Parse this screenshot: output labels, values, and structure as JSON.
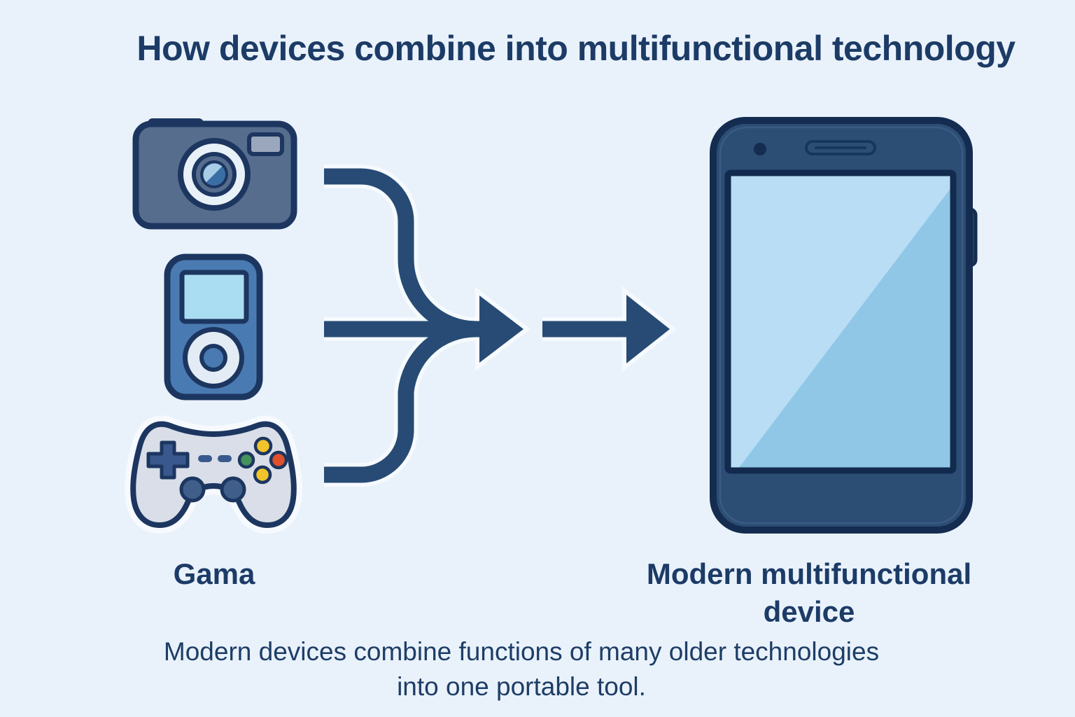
{
  "title": "How devices combine into multifunctional technology",
  "left_group": {
    "label": "Gama",
    "devices": [
      {
        "name": "camera",
        "icon": "camera-icon"
      },
      {
        "name": "mp3-player",
        "icon": "mp3-player-icon"
      },
      {
        "name": "game-controller",
        "icon": "game-controller-icon"
      }
    ]
  },
  "right_group": {
    "label": "Modern multifunctional device",
    "label_lines": [
      "Modern multifunctional",
      "device"
    ],
    "device": {
      "name": "smartphone",
      "icon": "smartphone-icon"
    }
  },
  "caption": "Modern devices combine functions of many older technologies into one portable tool.",
  "caption_lines": [
    "Modern devices combine functions of many older technologies",
    "into one portable tool."
  ],
  "colors": {
    "background": "#e9f2fb",
    "ink_outline": "#1c3660",
    "text": "#1c3b66",
    "arrow": "#274b74",
    "camera_body": "#566d8e",
    "camera_flash": "#9aa7bc",
    "camera_lens": "#3a6fa5",
    "mp3_body": "#4a7ab2",
    "mp3_screen": "#aadcf2",
    "gamepad_body": "#d9dee8",
    "gamepad_dpad": "#39598e",
    "button_yellow": "#f2c42a",
    "button_green": "#43935a",
    "button_red": "#e0502a",
    "phone_body": "#2c4d74",
    "phone_screen_light": "#b8ddf4",
    "phone_screen_dark": "#90c7e7"
  }
}
